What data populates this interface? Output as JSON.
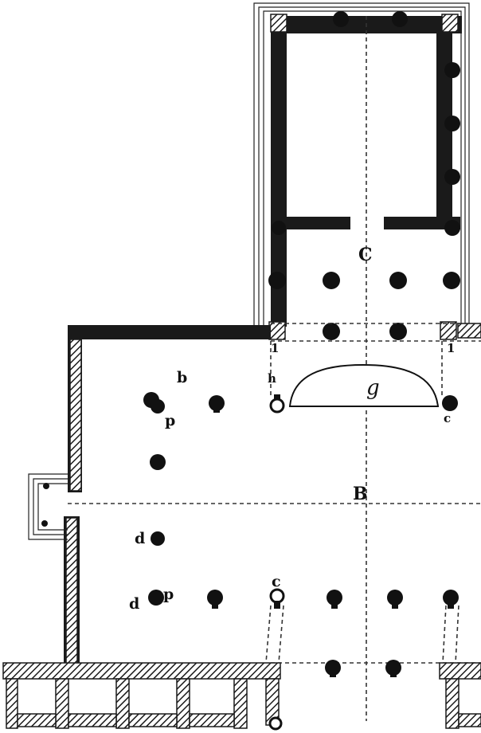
{
  "labels": {
    "C": "C",
    "B": "B",
    "b": "b",
    "p_upper": "p",
    "p_lower": "p",
    "g": "g",
    "h": "h",
    "one_left": "1",
    "one_right": "1",
    "c_right": "c",
    "c_lower": "c",
    "d_middle": "d",
    "d_lower": "d"
  }
}
